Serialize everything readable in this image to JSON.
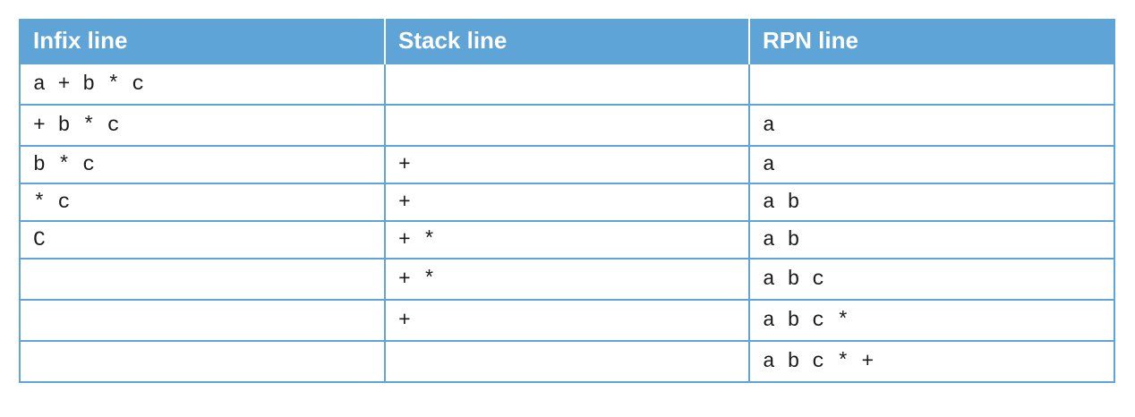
{
  "table": {
    "headers": [
      "Infix line",
      "Stack line",
      "RPN line"
    ],
    "rows": [
      [
        "a + b * c",
        "",
        ""
      ],
      [
        "+ b * c",
        "",
        "a"
      ],
      [
        "b * c",
        "+",
        "a"
      ],
      [
        "* c",
        "+",
        "a b"
      ],
      [
        "C",
        "+ *",
        "a b"
      ],
      [
        "",
        "+ *",
        "a b c"
      ],
      [
        "",
        "+",
        "a b c *"
      ],
      [
        "",
        "",
        "a b c * +"
      ]
    ]
  }
}
